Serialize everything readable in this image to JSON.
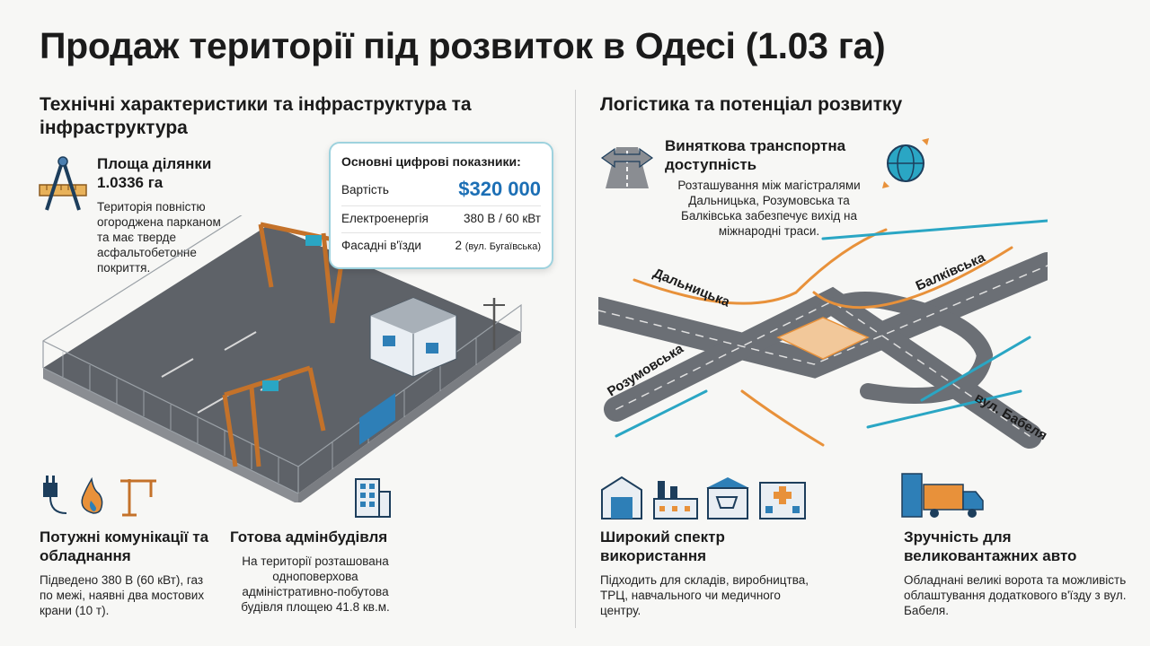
{
  "title": "Продаж території під розвиток в Одесі (1.03 га)",
  "left": {
    "heading": "Технічні характеристики та інфраструктура та інфраструктура",
    "area": {
      "title": "Площа ділянки 1.0336 га",
      "text": "Територія повністю огороджена парканом та має тверде асфальтобетонне покриття."
    },
    "key_card": {
      "heading": "Основні цифрові показники:",
      "rows": [
        {
          "label": "Вартість",
          "value": "$320 000"
        },
        {
          "label": "Електроенергія",
          "value": "380 В / 60 кВт"
        },
        {
          "label": "Фасадні в'їзди",
          "value": "2",
          "note": "(вул. Бугаївська)"
        }
      ]
    },
    "utilities": {
      "title": "Потужні комунікації та обладнання",
      "text": "Підведено 380 В (60 кВт), газ по межі, наявні два мостових крани (10 т)."
    },
    "admin": {
      "title": "Готова адмінбудівля",
      "text": "На території розташована одноповерхова адміністративно-побутова будівля площею 41.8 кв.м."
    }
  },
  "right": {
    "heading": "Логістика та потенціал розвитку",
    "transport": {
      "title": "Виняткова транспортна доступність",
      "text": "Розташування між магістралями Дальницька, Розумовська та Балківська забезпечує вихід на міжнародні траси."
    },
    "roads": {
      "dalnytska": "Дальницька",
      "balkivska": "Балківська",
      "rozumovska": "Розумовська",
      "babelia": "вул. Бабеля"
    },
    "usage": {
      "title": "Широкий спектр використання",
      "text": "Підходить для складів, виробництва, ТРЦ, навчального чи медичного центру."
    },
    "trucks": {
      "title": "Зручність для великовантажних авто",
      "text": "Обладнані великі ворота та можливість облаштування додаткового в'їзду з вул. Бабеля."
    }
  },
  "colors": {
    "accent_blue": "#1c6fb5",
    "orange": "#e8913a",
    "teal": "#2aa6c4",
    "card_border": "#9ed2de"
  }
}
